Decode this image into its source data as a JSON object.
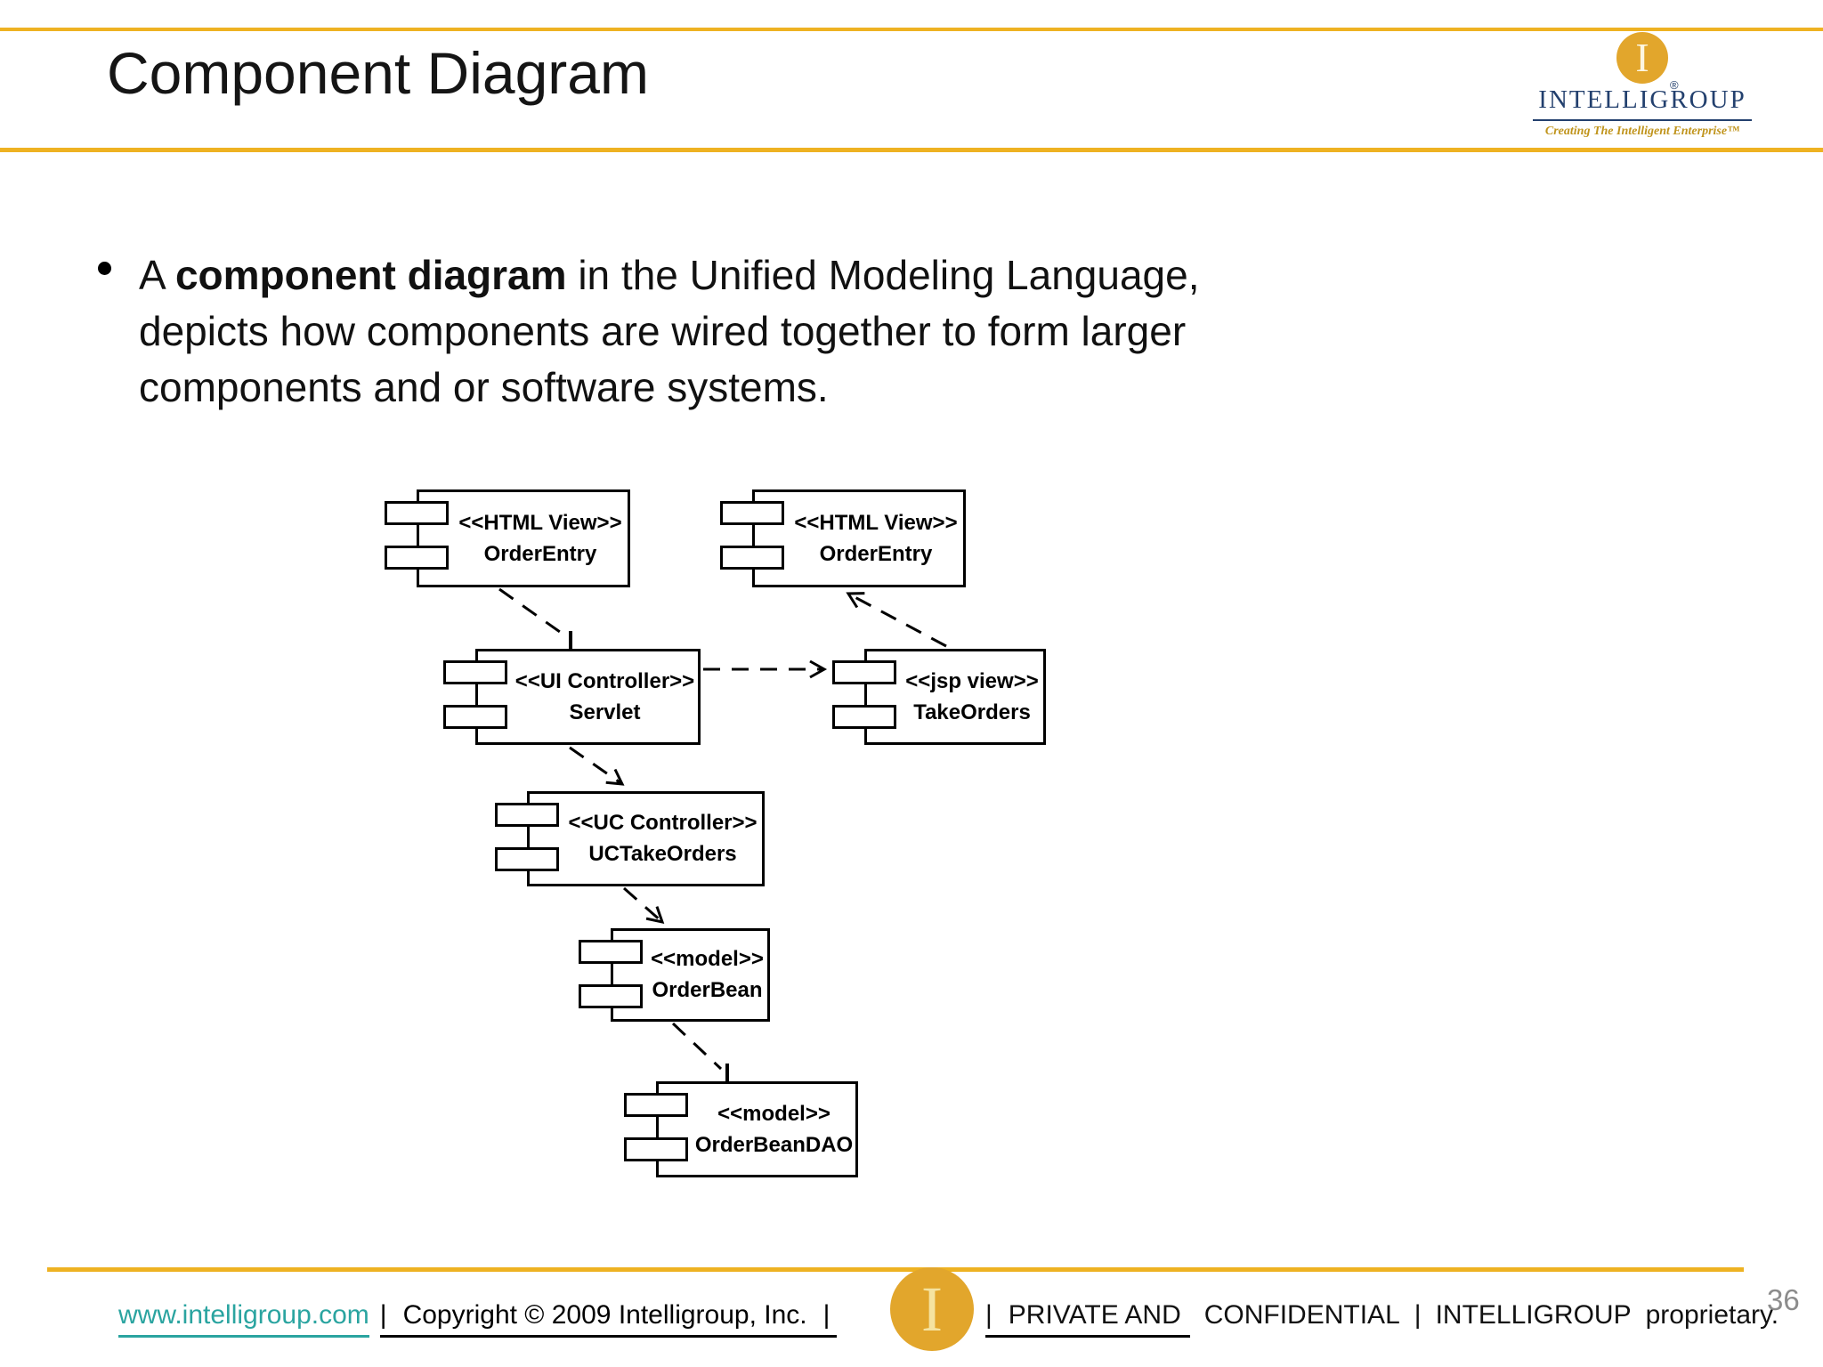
{
  "slide": {
    "title": "Component Diagram",
    "page_number": "36"
  },
  "logo": {
    "monogram": "I",
    "registered_mark": "®",
    "wordmark": "INTELLIGROUP",
    "tagline": "Creating The Intelligent Enterprise™"
  },
  "bullet": {
    "text_before_bold": "A ",
    "bold_text": "component diagram",
    "text_after_bold": " in the Unified Modeling Language, depicts how components are wired together to form larger components and or software systems."
  },
  "diagram": {
    "type": "uml-component-diagram",
    "nodes": [
      {
        "id": "orderEntryTop",
        "stereotype": "<<HTML View>>",
        "name": "OrderEntry"
      },
      {
        "id": "orderEntryRight",
        "stereotype": "<<HTML View>>",
        "name": "OrderEntry"
      },
      {
        "id": "servlet",
        "stereotype": "<<UI Controller>>",
        "name": "Servlet"
      },
      {
        "id": "takeOrders",
        "stereotype": "<<jsp view>>",
        "name": "TakeOrders"
      },
      {
        "id": "ucTakeOrders",
        "stereotype": "<<UC Controller>>",
        "name": "UCTakeOrders"
      },
      {
        "id": "orderBean",
        "stereotype": "<<model>>",
        "name": "OrderBean"
      },
      {
        "id": "orderBeanDAO",
        "stereotype": "<<model>>",
        "name": "OrderBeanDAO"
      }
    ],
    "edges": [
      {
        "from": "orderEntryTop",
        "to": "servlet"
      },
      {
        "from": "servlet",
        "to": "takeOrders"
      },
      {
        "from": "takeOrders",
        "to": "orderEntryRight"
      },
      {
        "from": "servlet",
        "to": "ucTakeOrders"
      },
      {
        "from": "ucTakeOrders",
        "to": "orderBean"
      },
      {
        "from": "orderBean",
        "to": "orderBeanDAO"
      }
    ],
    "edge_style": "dashed-open-arrow"
  },
  "footer": {
    "website": "www.intelligroup.com",
    "sep": "|",
    "copyright": "Copyright © 2009 Intelligroup, Inc.",
    "private_and": "PRIVATE AND",
    "confidential": "CONFIDENTIAL",
    "intelligroup": "INTELLIGROUP",
    "proprietary": "proprietary.",
    "page_number": "36"
  },
  "colors": {
    "accent_gold": "#eeb222",
    "logo_gold": "#e2a62c",
    "logo_navy": "#23406e",
    "tagline_gold": "#c0941c",
    "link_teal": "#2aa4a0",
    "page_number_gray": "#8c8c8c",
    "diagram_ink": "#000000"
  }
}
